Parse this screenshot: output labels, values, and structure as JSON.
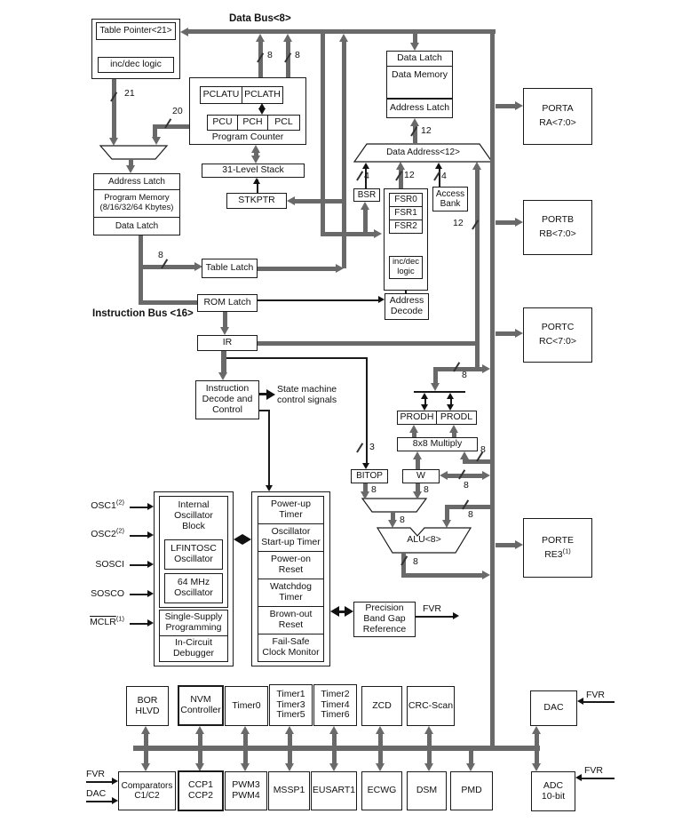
{
  "buses": {
    "data_bus": "Data Bus<8>",
    "instruction_bus": "Instruction Bus <16>"
  },
  "widths": {
    "w3": "3",
    "w4": "4",
    "w8": "8",
    "w12": "12",
    "w20": "20",
    "w21": "21"
  },
  "cpu": {
    "table_pointer": "Table Pointer<21>",
    "incdec": "inc/dec logic",
    "pclatu": "PCLATU",
    "pclath": "PCLATH",
    "pcu": "PCU",
    "pch": "PCH",
    "pcl": "PCL",
    "program_counter": "Program Counter",
    "stack": "31-Level Stack",
    "stkptr": "STKPTR",
    "address_latch": "Address Latch",
    "program_memory": "Program Memory\n(8/16/32/64 Kbytes)",
    "data_latch": "Data Latch",
    "table_latch": "Table Latch",
    "rom_latch": "ROM Latch",
    "ir": "IR",
    "decode": "Instruction\nDecode and\nControl",
    "state_machine": "State machine\ncontrol signals"
  },
  "memory": {
    "data_latch": "Data Latch",
    "data_memory": "Data Memory",
    "address_latch": "Address Latch",
    "data_address": "Data Address<12>",
    "bsr": "BSR",
    "fsr0": "FSR0",
    "fsr1": "FSR1",
    "fsr2": "FSR2",
    "incdec": "inc/dec\nlogic",
    "access_bank": "Access\nBank",
    "address_decode": "Address\nDecode"
  },
  "alu": {
    "prodh": "PRODH",
    "prodl": "PRODL",
    "multiply": "8x8 Multiply",
    "bitop": "BITOP",
    "w": "W",
    "alu": "ALU<8>"
  },
  "ports": {
    "porta": "PORTA",
    "porta_pins": "RA<7:0>",
    "portb": "PORTB",
    "portb_pins": "RB<7:0>",
    "portc": "PORTC",
    "portc_pins": "RC<7:0>",
    "porte": "PORTE",
    "porte_pins": "RE3",
    "porte_sup": "(1)"
  },
  "osc": {
    "osc1": "OSC1",
    "osc1_sup": "(2)",
    "osc2": "OSC2",
    "osc2_sup": "(2)",
    "sosci": "SOSCI",
    "sosco": "SOSCO",
    "mclr": "MCLR",
    "mclr_sup": "(1)",
    "internal_block": "Internal\nOscillator\nBlock",
    "lfintosc": "LFINTOSC\nOscillator",
    "mhz64": "64 MHz\nOscillator",
    "single_supply": "Single-Supply\nProgramming",
    "icd": "In-Circuit\nDebugger"
  },
  "reset": {
    "powerup": "Power-up\nTimer",
    "ost": "Oscillator\nStart-up Timer",
    "por": "Power-on\nReset",
    "wdt": "Watchdog\nTimer",
    "bor": "Brown-out\nReset",
    "fscm": "Fail-Safe\nClock Monitor"
  },
  "refs": {
    "bandgap": "Precision\nBand Gap\nReference",
    "fvr": "FVR",
    "dac": "DAC"
  },
  "peripherals": {
    "row1": [
      "BOR\nHLVD",
      "NVM\nController",
      "Timer0",
      "Timer1\nTimer3\nTimer5",
      "Timer2\nTimer4\nTimer6",
      "ZCD",
      "CRC-Scan"
    ],
    "dac": "DAC",
    "row2": [
      "Comparators\nC1/C2",
      "CCP1\nCCP2",
      "PWM3\nPWM4",
      "MSSP1",
      "EUSART1",
      "ECWG",
      "DSM",
      "PMD"
    ],
    "adc": "ADC\n10-bit"
  }
}
